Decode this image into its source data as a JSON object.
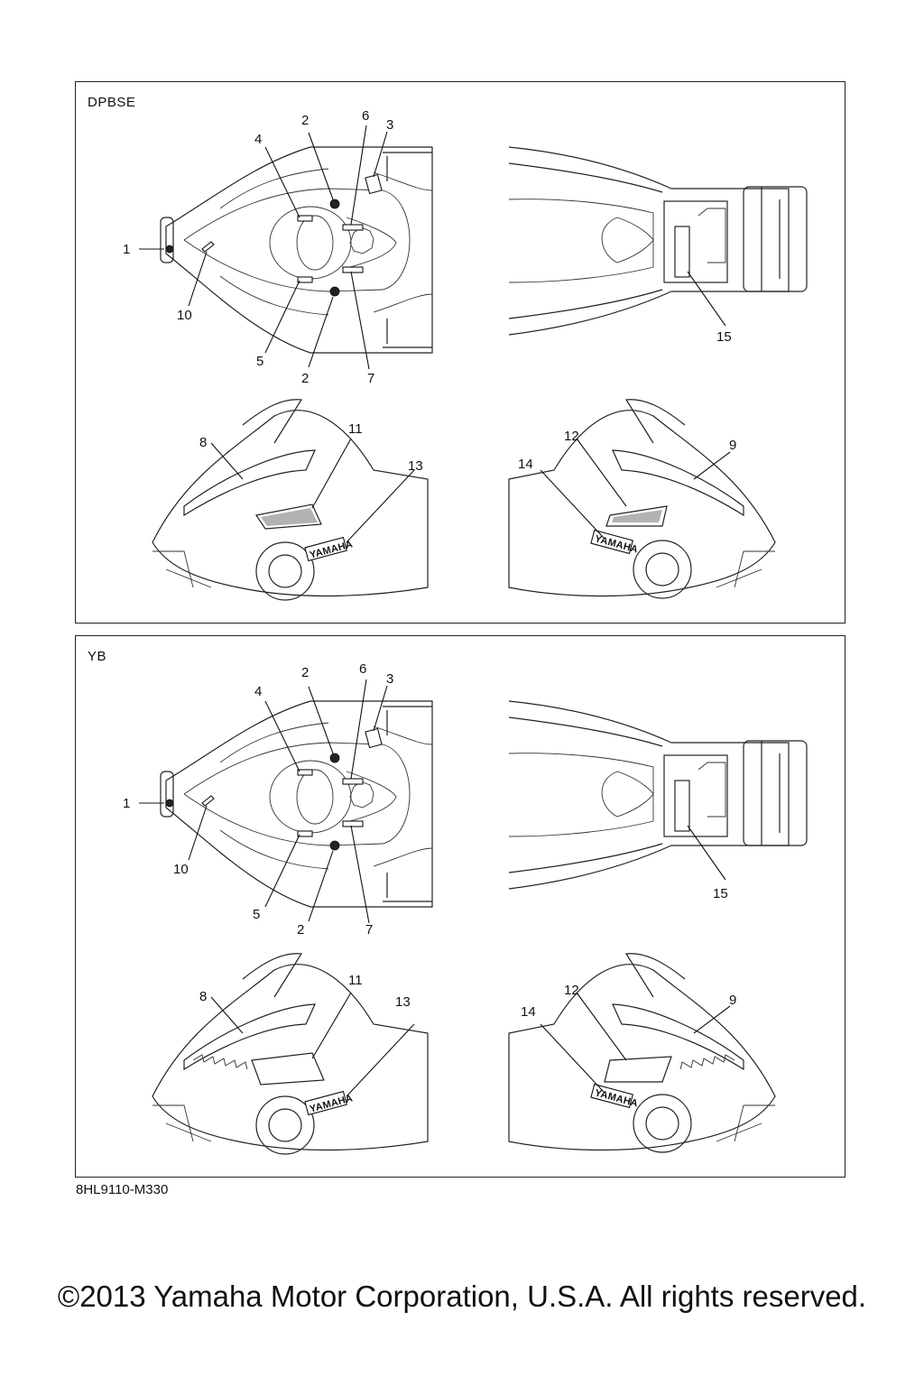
{
  "panels": [
    {
      "title": "DPBSE",
      "callouts": {
        "c1": "1",
        "c2a": "2",
        "c2b": "2",
        "c3": "3",
        "c4": "4",
        "c5": "5",
        "c6": "6",
        "c7": "7",
        "c8": "8",
        "c9": "9",
        "c10": "10",
        "c11": "11",
        "c12": "12",
        "c13": "13",
        "c14": "14",
        "c15": "15"
      },
      "logo_text": "YAMAHA"
    },
    {
      "title": "YB",
      "callouts": {
        "c1": "1",
        "c2a": "2",
        "c2b": "2",
        "c3": "3",
        "c4": "4",
        "c5": "5",
        "c6": "6",
        "c7": "7",
        "c8": "8",
        "c9": "9",
        "c10": "10",
        "c11": "11",
        "c12": "12",
        "c13": "13",
        "c14": "14",
        "c15": "15"
      },
      "logo_text": "YAMAHA"
    }
  ],
  "doc_code": "8HL9110-M330",
  "copyright": "©2013 Yamaha Motor Corporation, U.S.A. All rights reserved."
}
